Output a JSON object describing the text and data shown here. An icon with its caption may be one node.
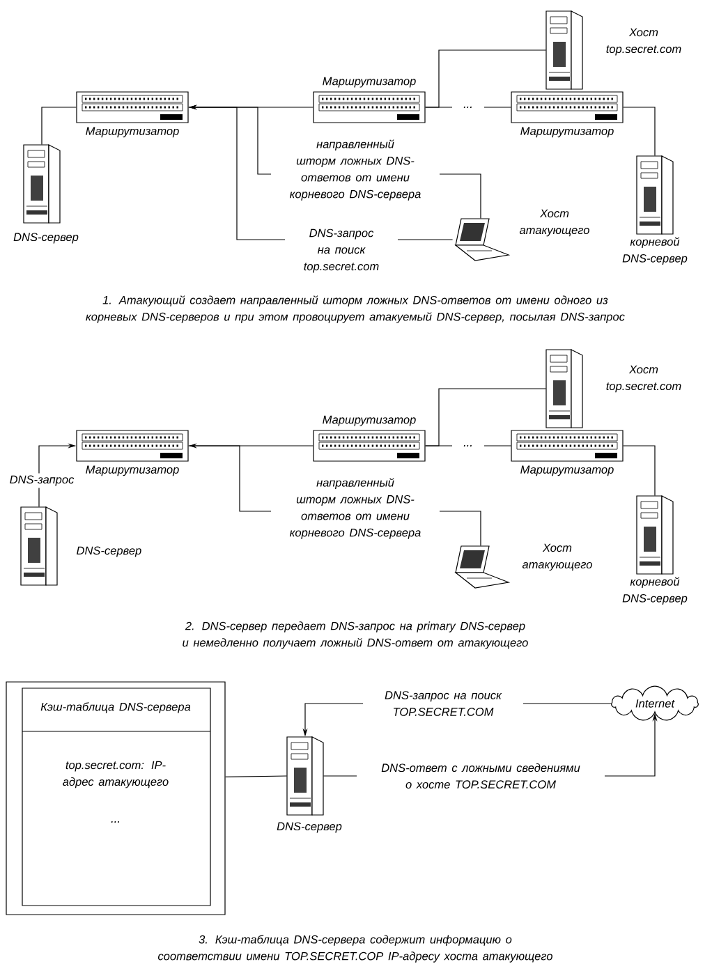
{
  "diagram": {
    "nodes": [
      {
        "text": [],
        "shape": "server",
        "beside": [
          "DNS-сервер"
        ]
      },
      {
        "text": [],
        "shape": "router",
        "beside": [
          "Маршрутизатор"
        ]
      },
      {
        "text": [],
        "shape": "router",
        "beside": [
          "Маршрутизатор"
        ]
      },
      {
        "text": [],
        "shape": "server",
        "beside": [
          "Хост top.secret.com"
        ]
      },
      {
        "text": [],
        "shape": "router",
        "beside": [
          "Маршрутизатор"
        ]
      },
      {
        "text": [],
        "shape": "laptop",
        "beside": [
          "Хост атакующего"
        ]
      },
      {
        "text": [],
        "shape": "server",
        "beside": [
          "корневой DNS-сервер"
        ]
      },
      {
        "text": [],
        "shape": "server",
        "beside": [
          "DNS-сервер"
        ]
      },
      {
        "text": [],
        "shape": "router",
        "beside": [
          "Маршрутизатор"
        ]
      },
      {
        "text": [],
        "shape": "router",
        "beside": [
          "Маршрутизатор"
        ]
      },
      {
        "text": [],
        "shape": "server",
        "beside": [
          "Хост top.secret.com"
        ]
      },
      {
        "text": [],
        "shape": "router",
        "beside": [
          "Маршрутизатор"
        ]
      },
      {
        "text": [],
        "shape": "laptop",
        "beside": [
          "Хост атакующего"
        ]
      },
      {
        "text": [],
        "shape": "server",
        "beside": [
          "корневой DNS-сервер"
        ]
      },
      {
        "text": [
          "Кэш-таблица DNS-сервера",
          "top.secret.com: IP-адрес атакующего",
          "..."
        ]
      },
      {
        "text": [],
        "shape": "server",
        "beside": [
          "DNS-сервер"
        ]
      },
      {
        "text": [
          "Internet"
        ]
      }
    ],
    "edges": [
      {
        "from": 0,
        "to": 1,
        "arrow": "none"
      },
      {
        "from": 2,
        "to": 1,
        "arrow": "none"
      },
      {
        "from": 2,
        "to": 3,
        "arrow": "none"
      },
      {
        "from": 2,
        "to": 4,
        "arrow": "none",
        "label": "..."
      },
      {
        "from": 4,
        "to": 6,
        "arrow": "none"
      },
      {
        "from": 5,
        "to": 1,
        "arrow": "to",
        "label": "направленный шторм ложных DNS-ответов от имени корневого DNS-сервера"
      },
      {
        "from": 5,
        "to": 1,
        "arrow": "to",
        "label": "DNS-запрос на поиск top.secret.com"
      },
      {
        "from": 7,
        "to": 8,
        "arrow": "to",
        "label": "DNS-запрос"
      },
      {
        "from": 9,
        "to": 8,
        "arrow": "none"
      },
      {
        "from": 9,
        "to": 10,
        "arrow": "none"
      },
      {
        "from": 9,
        "to": 11,
        "arrow": "none",
        "label": "..."
      },
      {
        "from": 11,
        "to": 13,
        "arrow": "none"
      },
      {
        "from": 12,
        "to": 8,
        "arrow": "to",
        "label": "направленный шторм ложных DNS-ответов от имени корневого DNS-сервера"
      },
      {
        "from": 16,
        "to": 15,
        "arrow": "to",
        "label": "DNS-запрос на поиск TOP.SECRET.COM"
      },
      {
        "from": 15,
        "to": 16,
        "arrow": "to",
        "label": "DNS-ответ с ложными сведениями о хосте TOP.SECRET.COM"
      },
      {
        "from": 14,
        "to": 15,
        "arrow": "none"
      }
    ],
    "labels": [
      "1. Атакующий создает направленный шторм ложных DNS-ответов от имени одного из корневых DNS-серверов и при этом провоцирует атакуемый DNS-сервер, посылая DNS-запрос",
      "2. DNS-сервер передает DNS-запрос на primary DNS-сервер и немедленно получает ложный DNS-ответ от атакующего",
      "3. Кэш-таблица DNS-сервера содержит информацию о соответствии имени TOP.SECRET.COP IP-адресу хоста атакующего"
    ]
  }
}
